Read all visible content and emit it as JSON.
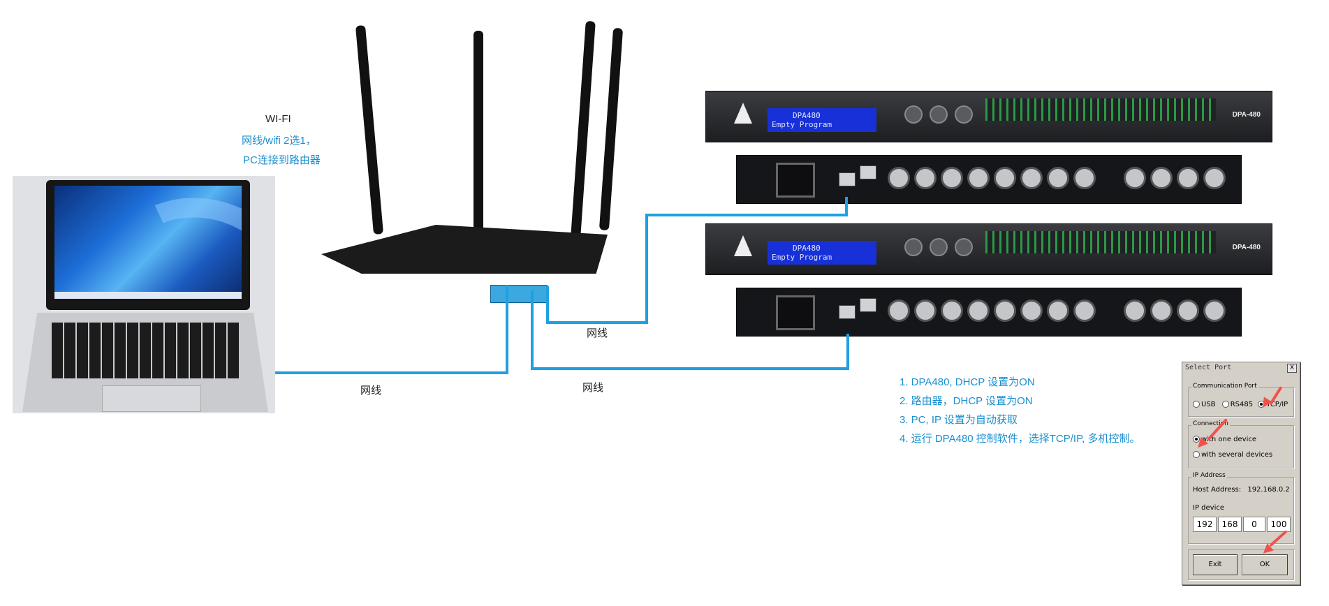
{
  "wifi": {
    "title": "WI-FI",
    "line1": "网线/wifi 2选1，",
    "line2": "PC连接到路由器"
  },
  "cables": {
    "pc_label": "网线",
    "dsp1_label": "网线",
    "dsp2_label": "网线"
  },
  "dsp_units": [
    {
      "lcd_line1": "DPA480",
      "lcd_line2": "Empty Program",
      "model": "DPA-480"
    },
    {
      "lcd_line1": "DPA480",
      "lcd_line2": "Empty Program",
      "model": "DPA-480"
    }
  ],
  "notes": [
    "1. DPA480, DHCP 设置为ON",
    "2. 路由器，DHCP 设置为ON",
    "3. PC, IP 设置为自动获取",
    "4. 运行 DPA480 控制软件，选择TCP/IP, 多机控制。"
  ],
  "dialog": {
    "title": "Select Port",
    "close": "X",
    "comm_group": "Communication Port",
    "opt_usb": "USB",
    "opt_rs485": "RS485",
    "opt_tcp": "TCP/IP",
    "conn_group": "Connection",
    "opt_one": "with one device",
    "opt_several": "with several devices",
    "ip_group": "IP Address",
    "host_label": "Host Address:",
    "host_value": "192.168.0.2",
    "ip_device_label": "IP device",
    "ip": [
      "192",
      "168",
      "0",
      "100"
    ],
    "exit": "Exit",
    "ok": "OK"
  },
  "colors": {
    "cable": "#1ea0e2",
    "annotation": "#1a8fd0",
    "arrow": "#f0524b"
  }
}
